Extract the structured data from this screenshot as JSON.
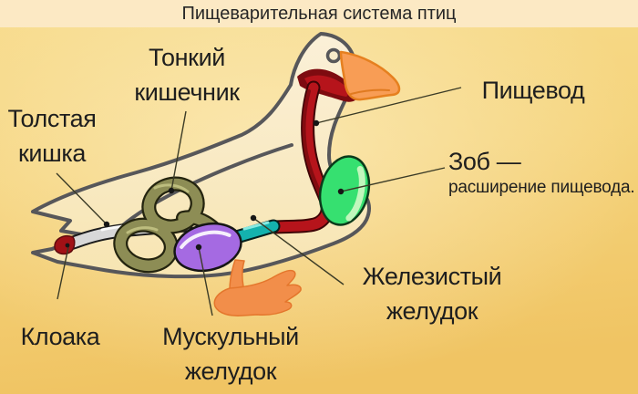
{
  "title": "Пищеварительная система птиц",
  "labels": {
    "small_intestine": "Тонкий кишечник",
    "large_intestine": "Толстая кишка",
    "esophagus": "Пищевод",
    "crop": "Зоб —",
    "crop_note": "расширение пищевода.",
    "glandular_stomach": "Железистый желудок",
    "muscular_stomach": "Мускульный желудок",
    "cloaca": "Клоака"
  },
  "colors": {
    "background_band": "#fce9c4",
    "outline": "#57575a",
    "duck_fill": "#f9ecca",
    "esophagus": "#b6141b",
    "esophagus_dark": "#7c0b10",
    "crop": "#36e070",
    "glandular_stomach": "#14b2ae",
    "muscular_stomach": "#a56ae2",
    "small_intestine": "#8d8d55",
    "large_intestine": "#d8d8d8",
    "cloaca": "#a11116",
    "beak": "#f89d55",
    "foot": "#f28e4a",
    "leader_line": "#3b3b26",
    "text": "#1e1e1e"
  }
}
